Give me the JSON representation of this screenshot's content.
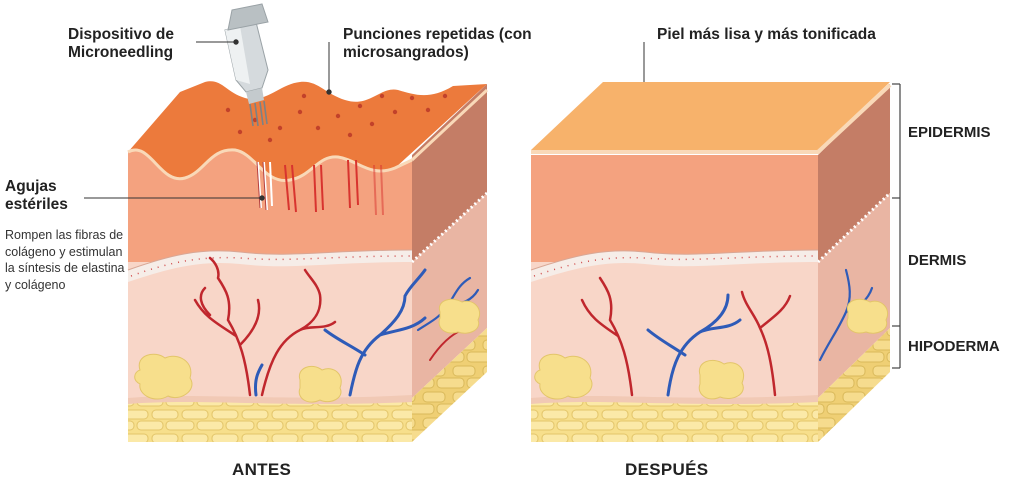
{
  "labels": {
    "device": "Dispositivo de Microneedling",
    "punctures": "Punciones repetidas (con microsangrados)",
    "needles_title": "Agujas estériles",
    "needles_desc": "Rompen las fibras de colágeno y estimulan la síntesis de elastina y colágeno",
    "smooth_skin": "Piel más lisa y más tonificada",
    "epidermis": "EPIDERMIS",
    "dermis": "DERMIS",
    "hypodermis": "HIPODERMA",
    "before": "ANTES",
    "after": "DESPUÉS"
  },
  "colors": {
    "epidermis_top": "#f7b26b",
    "epidermis_front": "#f4a27f",
    "epidermis_side": "#c47d66",
    "dermis_front": "#f8d6c8",
    "dermis_side": "#e9b5a3",
    "fat": "#f7df8c",
    "artery": "#c0272d",
    "vein": "#2e5bb8",
    "injured_top": "#ec7a3c"
  }
}
